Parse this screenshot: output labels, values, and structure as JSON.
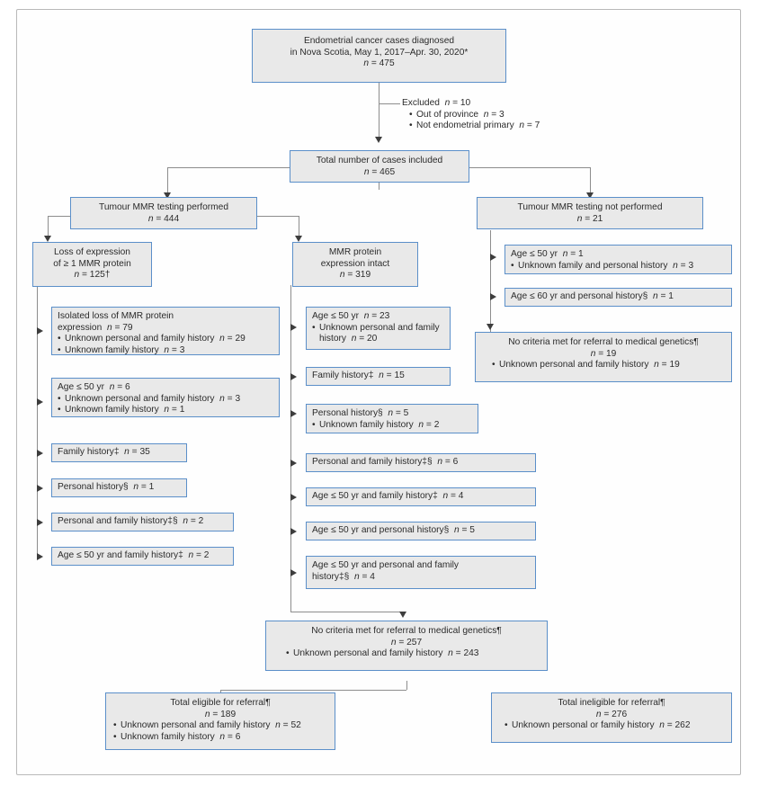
{
  "figure": {
    "type": "flowchart",
    "title_present": false
  },
  "nodes": {
    "top": {
      "line1": "Endometrial cancer cases diagnosed",
      "line2": "in Nova Scotia, May 1, 2017–Apr. 30, 2020*",
      "line3_n": "n = 475"
    },
    "excluded": {
      "label": "Excluded",
      "n": "n = 10",
      "bullets": [
        {
          "text": "Out of province",
          "n": "n = 3"
        },
        {
          "text": "Not endometrial primary",
          "n": "n = 7"
        }
      ]
    },
    "total_included": {
      "line1": "Total number of cases included",
      "line2_n": "n = 465"
    },
    "testing_performed": {
      "line1": "Tumour MMR testing performed",
      "line2_n": "n = 444"
    },
    "testing_not_performed": {
      "line1": "Tumour MMR testing not performed",
      "line2_n": "n = 21"
    },
    "loss_expression": {
      "line1": "Loss of expression",
      "line2": "of ≥ 1 MMR protein",
      "line3_n": "n = 125†"
    },
    "expression_intact": {
      "line1": "MMR protein",
      "line2": "expression intact",
      "line3_n": "n = 319"
    }
  },
  "left_branch": [
    {
      "id": "isolated-loss",
      "title_line1": "Isolated loss of MMR protein",
      "title_line2": "expression",
      "title_n": "n = 79",
      "bullets": [
        {
          "text": "Unknown personal and family history",
          "n": "n = 29"
        },
        {
          "text": "Unknown family history",
          "n": "n = 3"
        }
      ]
    },
    {
      "id": "age-50",
      "title_line1": "Age ≤ 50 yr",
      "title_n": "n = 6",
      "bullets": [
        {
          "text": "Unknown personal and family history",
          "n": "n = 3"
        },
        {
          "text": "Unknown family history",
          "n": "n = 1"
        }
      ]
    },
    {
      "id": "family-history",
      "title_line1": "Family history‡",
      "title_n": "n = 35",
      "bullets": []
    },
    {
      "id": "personal-history",
      "title_line1": "Personal history§",
      "title_n": "n = 1",
      "bullets": []
    },
    {
      "id": "personal-and-family-history",
      "title_line1": "Personal and family history‡§",
      "title_n": "n = 2",
      "bullets": []
    },
    {
      "id": "age-50-and-family-history",
      "title_line1": "Age ≤ 50 yr and family history‡",
      "title_n": "n = 2",
      "bullets": []
    }
  ],
  "middle_branch": [
    {
      "id": "age-50",
      "title_line1": "Age ≤ 50 yr",
      "title_n": "n = 23",
      "bullets": [
        {
          "text": "Unknown personal and family history",
          "n": "n = 20",
          "wrap": true
        }
      ]
    },
    {
      "id": "family-history",
      "title_line1": "Family history‡",
      "title_n": "n = 15",
      "bullets": []
    },
    {
      "id": "personal-history",
      "title_line1": "Personal history§",
      "title_n": "n = 5",
      "bullets": [
        {
          "text": "Unknown family history",
          "n": "n = 2"
        }
      ]
    },
    {
      "id": "personal-and-family-history",
      "title_line1": "Personal and family history‡§",
      "title_n": "n = 6",
      "bullets": []
    },
    {
      "id": "age-50-and-family-history",
      "title_line1": "Age ≤ 50 yr and family history‡",
      "title_n": "n = 4",
      "bullets": []
    },
    {
      "id": "age-50-and-personal-history",
      "title_line1": "Age ≤ 50 yr and personal history§",
      "title_n": "n = 5",
      "bullets": []
    },
    {
      "id": "age-50-and-personal-and-family-history",
      "title_line1": "Age ≤ 50 yr and personal and family",
      "title_line2": "history‡§",
      "title_n": "n = 4",
      "bullets": []
    }
  ],
  "right_branch": [
    {
      "id": "age-50",
      "title_line1": "Age ≤ 50 yr",
      "title_n": "n = 1",
      "bullets": [
        {
          "text": "Unknown family and personal history",
          "n": "n = 3"
        }
      ]
    },
    {
      "id": "age-60-and-personal-history",
      "title_line1": "Age ≤ 60 yr and personal history§",
      "title_n": "n = 1",
      "bullets": []
    }
  ],
  "no_criteria_right": {
    "line1": "No criteria met for referral to medical genetics¶",
    "line2_n": "n = 19",
    "bullets": [
      {
        "text": "Unknown personal and family history",
        "n": "n = 19"
      }
    ]
  },
  "no_criteria_middle": {
    "line1": "No criteria met for referral to medical genetics¶",
    "line2_n": "n = 257",
    "bullets": [
      {
        "text": "Unknown personal and family history",
        "n": "n = 243"
      }
    ]
  },
  "totals": {
    "eligible": {
      "line1": "Total eligible for referral¶",
      "line2_n": "n = 189",
      "bullets": [
        {
          "text": "Unknown personal and family history",
          "n": "n = 52"
        },
        {
          "text": "Unknown family history",
          "n": "n = 6"
        }
      ]
    },
    "ineligible": {
      "line1": "Total ineligible for referral¶",
      "line2_n": "n = 276",
      "bullets": [
        {
          "text": "Unknown personal or family history",
          "n": "n = 262"
        }
      ]
    }
  },
  "colors": {
    "box_border": "#5b8fc9",
    "box_fill": "#e9e9e9",
    "connector": "#8d8d8d",
    "arrow": "#3d3d3d",
    "frame_border": "#b9b9b9",
    "text": "#2b2b2b"
  }
}
